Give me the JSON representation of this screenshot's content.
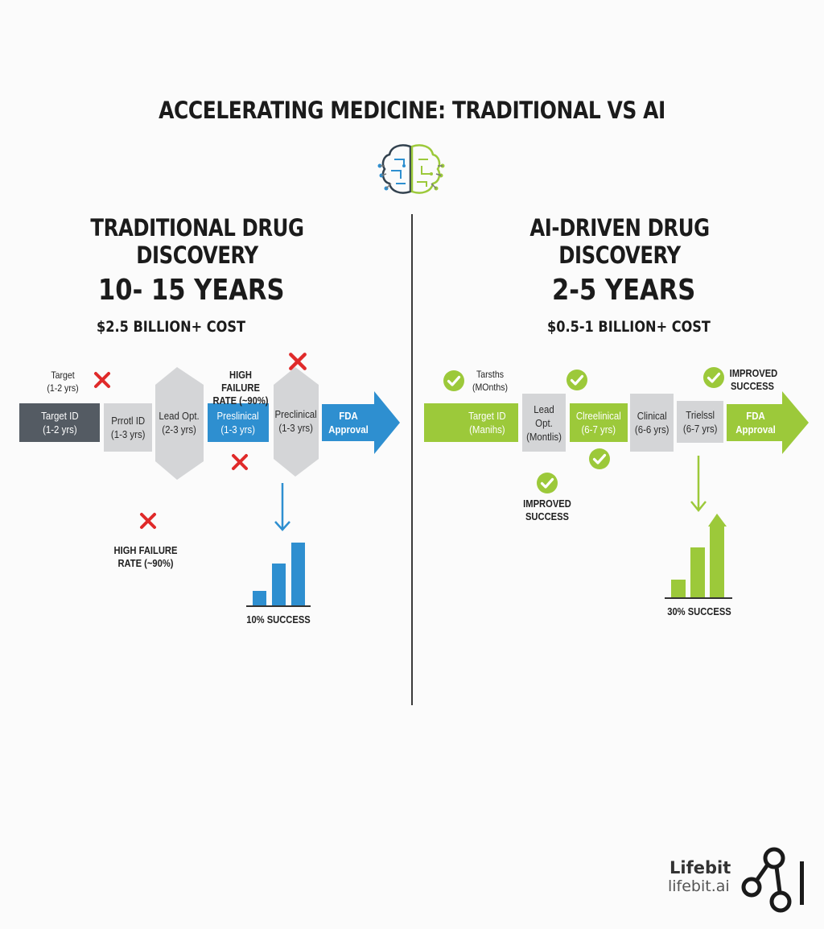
{
  "title": "ACCELERATING MEDICINE: TRADITIONAL VS AI",
  "icons": {
    "header": "brain-circuit-icon",
    "fail": "red-x-icon",
    "success": "green-check-icon",
    "logo": "lifebit-logo-icon"
  },
  "colors": {
    "dark": "#545b63",
    "grey": "#d4d5d7",
    "blue": "#2e8fd0",
    "green": "#9cc93a",
    "red": "#e02a2a"
  },
  "traditional": {
    "heading": "TRADITIONAL DRUG DISCOVERY",
    "years": "10- 15 YEARS",
    "cost": "$2.5 BILLION+ COST",
    "stages": [
      {
        "label": "Target ID\n(1-2 yrs)"
      },
      {
        "label": "Prrotl ID\n(1-3 yrs)"
      },
      {
        "label": "Lead Opt.\n(2-3 yrs)"
      },
      {
        "label": "Preslinical\n(1-3 yrs)"
      },
      {
        "label": "Preclinical\n(1-3 yrs)"
      },
      {
        "label": "FDA Approval"
      }
    ],
    "annotations": {
      "target": "Target\n(1-2 yrs)",
      "high_failure_top": "HIGH FAILURE\nRATE (~90%)",
      "high_failure_bottom": "HIGH FAILURE\nRATE (~90%)"
    },
    "success_label": "10% SUCCESS"
  },
  "ai": {
    "heading": "AI-DRIVEN DRUG DISCOVERY",
    "years": "2-5 YEARS",
    "cost": "$0.5-1 BILLION+ COST",
    "stages": [
      {
        "label": "Target ID\n(Manihs)"
      },
      {
        "label": "Lead Opt.\n(Montlis)"
      },
      {
        "label": "Clreelinical\n(6-7 yrs)"
      },
      {
        "label": "Clinical\n(6-6 yrs)"
      },
      {
        "label": "Trielssl\n(6-7 yrs)"
      },
      {
        "label": "FDA Approval"
      }
    ],
    "annotations": {
      "targets": "Tarsths\n(MOnths)",
      "improved_top": "IMPROVED\nSUCCESS",
      "improved_bottom": "IMPROVED\nSUCCESS"
    },
    "success_label": "30% SUCCESS"
  },
  "brand": {
    "name": "Lifebit",
    "url": "lifebit.ai"
  }
}
